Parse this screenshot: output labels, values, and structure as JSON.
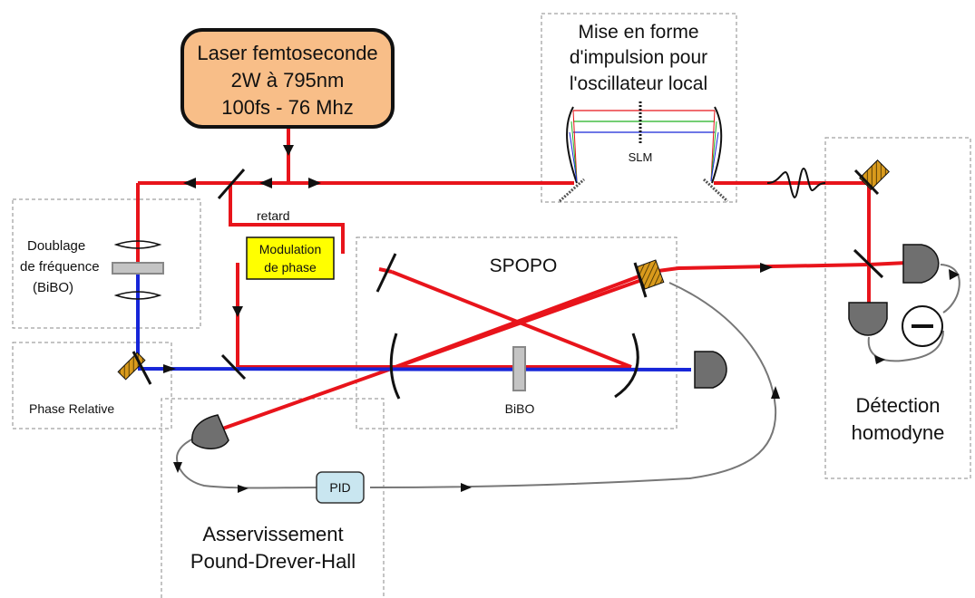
{
  "laser": {
    "line1": "Laser femtoseconde",
    "line2": "2W à 795nm",
    "line3": "100fs - 76 Mhz"
  },
  "pulse_shaping": {
    "line1": "Mise en forme",
    "line2": "d'impulsion pour",
    "line3": "l'oscillateur local",
    "slm": "SLM"
  },
  "retard": "retard",
  "modulation": {
    "line1": "Modulation",
    "line2": "de phase"
  },
  "doublage": {
    "line1": "Doublage",
    "line2": "de fréquence",
    "line3": "(BiBO)"
  },
  "phase_relative": "Phase Relative",
  "spopo": {
    "title": "SPOPO",
    "crystal": "BiBO"
  },
  "pid": "PID",
  "pdh": {
    "line1": "Asservissement",
    "line2": "Pound-Drever-Hall"
  },
  "detection": {
    "line1": "Détection",
    "line2": "homodyne"
  },
  "colors": {
    "red_beam": "#e8141b",
    "blue_beam": "#1726d8",
    "laser_fill": "#f8be88",
    "modulation_fill": "#ffff00",
    "pid_fill": "#c9e6f0",
    "detector_fill": "#6f6f6f",
    "mirror_fill": "#d99a1c"
  }
}
